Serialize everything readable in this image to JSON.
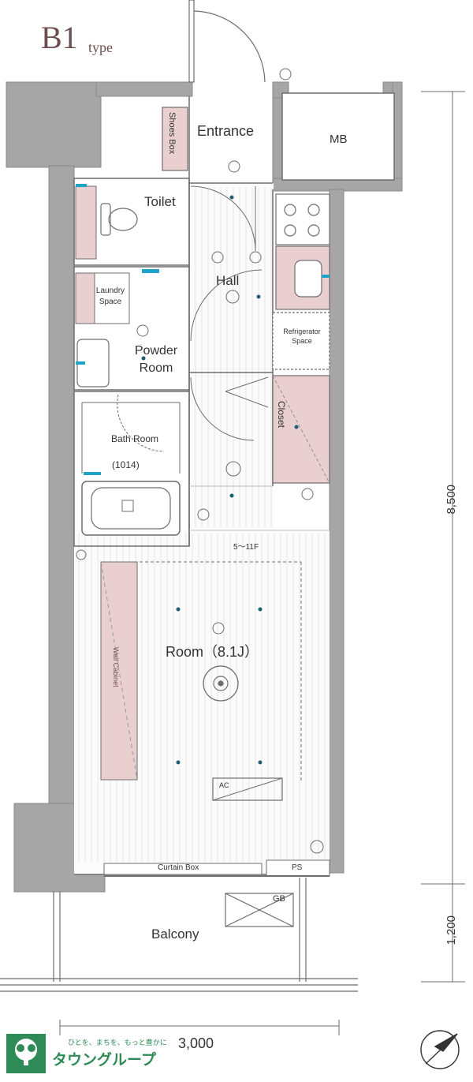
{
  "type_label": {
    "letter": "B1",
    "suffix": "type"
  },
  "rooms": {
    "shoes_box": "Shoes Box",
    "entrance": "Entrance",
    "mb": "MB",
    "toilet": "Toilet",
    "hall": "Hall",
    "laundry_space": "Laundry Space",
    "powder_room": "Powder Room",
    "bath_room": "Bath Room",
    "bath_code": "(1014)",
    "refrigerator_space": "Refrigerator Space",
    "closet": "Closet",
    "room": "Room（8.1J）",
    "wall_cabinet": "Wall Cabinet",
    "curtain_box": "Curtain Box",
    "ps": "PS",
    "gb": "GB",
    "balcony": "Balcony",
    "ac": "AC",
    "floor_note": "5～11F"
  },
  "dimensions": {
    "depth_room": "8,500",
    "depth_balcony": "1,200",
    "width": "3,000"
  },
  "brand": {
    "name": "タウングループ",
    "tagline": "ひとを、まちを、もっと豊かに",
    "color": "#2e8b57"
  },
  "colors": {
    "wall": "#a6a6a6",
    "accent_blue": "#1fa3c9",
    "cabinet_pink": "#e9cfcf"
  }
}
